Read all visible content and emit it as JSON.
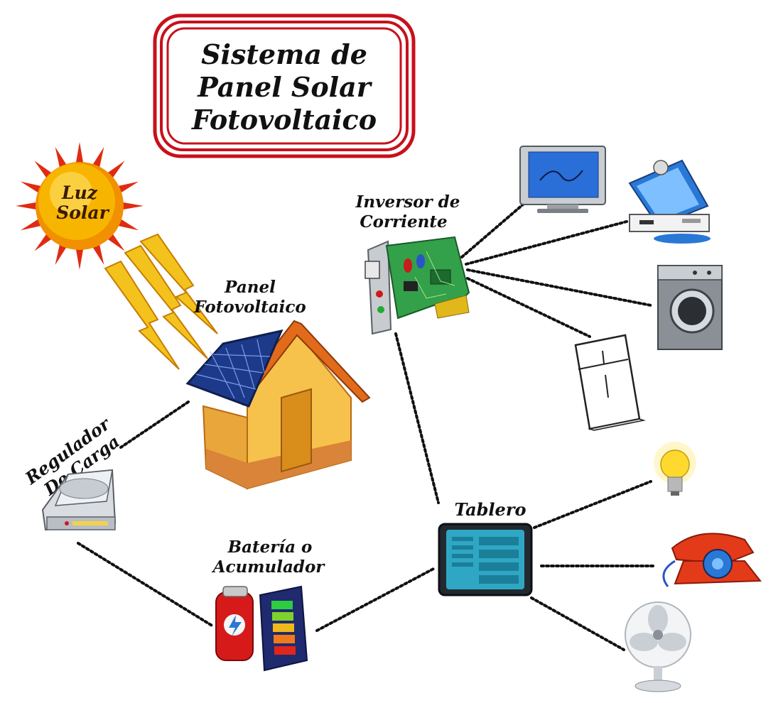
{
  "title": {
    "line1": "Sistema de",
    "line2": "Panel Solar",
    "line3": "Fotovoltaico"
  },
  "sun": {
    "line1": "Luz",
    "line2": "Solar"
  },
  "labels": {
    "panel_line1": "Panel",
    "panel_line2": "Fotovoltaico",
    "inverter_line1": "Inversor de",
    "inverter_line2": "Corriente",
    "regulator_line1": "Regulador",
    "regulator_line2": "De Carga",
    "battery_line1": "Batería  o",
    "battery_line2": "Acumulador",
    "board": "Tablero"
  },
  "colors": {
    "title_border": "#c8101b",
    "sun": "#f7b500",
    "sun_rays": "#e02b12",
    "lightning": "#f4c21c",
    "panel": "#1d3a8a",
    "house_wall": "#f7c24b",
    "house_roof": "#e26a1b",
    "circuit_board": "#33a04a",
    "phone": "#e33a19"
  }
}
